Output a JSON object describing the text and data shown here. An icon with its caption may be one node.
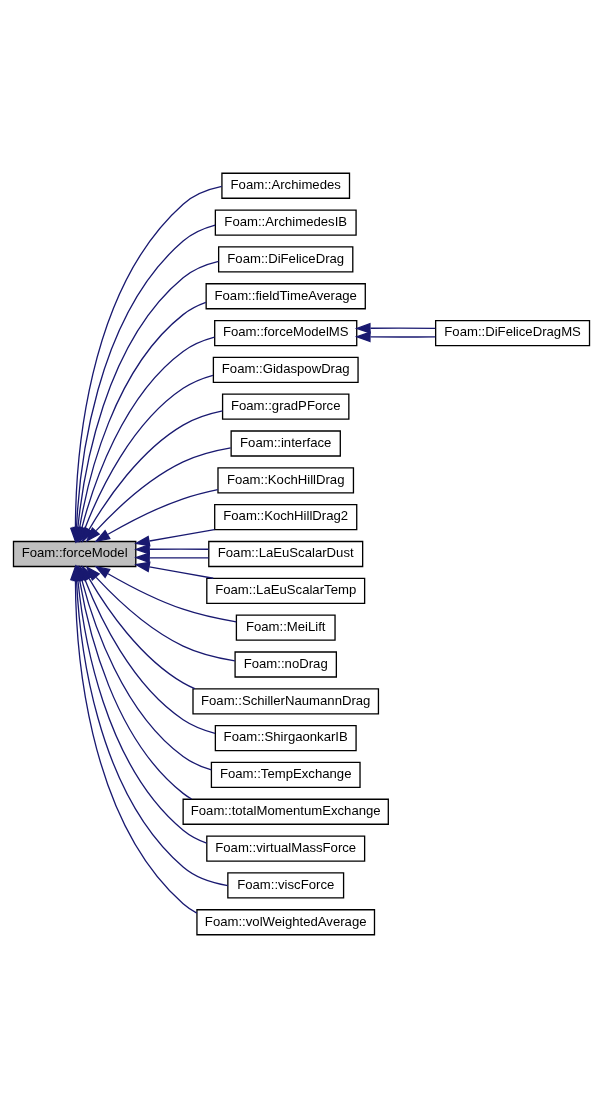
{
  "diagram": {
    "nodes": [
      {
        "text": [
          "Foam::forceModel"
        ]
      },
      {
        "text": [
          "Foam::Archimedes"
        ]
      },
      {
        "text": [
          "Foam::ArchimedesIB"
        ]
      },
      {
        "text": [
          "Foam::DiFeliceDrag"
        ]
      },
      {
        "text": [
          "Foam::fieldTimeAverage"
        ]
      },
      {
        "text": [
          "Foam::forceModelMS"
        ]
      },
      {
        "text": [
          "Foam::DiFeliceDragMS"
        ]
      },
      {
        "text": [
          "Foam::GidaspowDrag"
        ]
      },
      {
        "text": [
          "Foam::gradPForce"
        ]
      },
      {
        "text": [
          "Foam::interface"
        ]
      },
      {
        "text": [
          "Foam::KochHillDrag"
        ]
      },
      {
        "text": [
          "Foam::KochHillDrag2"
        ]
      },
      {
        "text": [
          "Foam::LaEuScalarDust"
        ]
      },
      {
        "text": [
          "Foam::LaEuScalarTemp"
        ]
      },
      {
        "text": [
          "Foam::MeiLift"
        ]
      },
      {
        "text": [
          "Foam::noDrag"
        ]
      },
      {
        "text": [
          "Foam::SchillerNaumannDrag"
        ]
      },
      {
        "text": [
          "Foam::ShirgaonkarIB"
        ]
      },
      {
        "text": [
          "Foam::TempExchange"
        ]
      },
      {
        "text": [
          "Foam::totalMomentumExchange"
        ]
      },
      {
        "text": [
          "Foam::virtualMassForce"
        ]
      },
      {
        "text": [
          "Foam::viscForce"
        ]
      },
      {
        "text": [
          "Foam::volWeightedAverage"
        ]
      }
    ],
    "edges": [
      {
        "from": 1,
        "to": 0,
        "arrow": "to"
      },
      {
        "from": 2,
        "to": 0,
        "arrow": "to"
      },
      {
        "from": 3,
        "to": 0,
        "arrow": "to"
      },
      {
        "from": 4,
        "to": 0,
        "arrow": "to"
      },
      {
        "from": 5,
        "to": 0,
        "arrow": "to"
      },
      {
        "from": 6,
        "to": 5,
        "arrow": "to"
      },
      {
        "from": 6,
        "to": 5,
        "arrow": "to"
      },
      {
        "from": 7,
        "to": 0,
        "arrow": "to"
      },
      {
        "from": 8,
        "to": 0,
        "arrow": "to"
      },
      {
        "from": 9,
        "to": 0,
        "arrow": "to"
      },
      {
        "from": 10,
        "to": 0,
        "arrow": "to"
      },
      {
        "from": 11,
        "to": 0,
        "arrow": "to"
      },
      {
        "from": 12,
        "to": 0,
        "arrow": "to"
      },
      {
        "from": 12,
        "to": 0,
        "arrow": "to"
      },
      {
        "from": 13,
        "to": 0,
        "arrow": "to"
      },
      {
        "from": 14,
        "to": 0,
        "arrow": "to"
      },
      {
        "from": 15,
        "to": 0,
        "arrow": "to"
      },
      {
        "from": 16,
        "to": 0,
        "arrow": "to"
      },
      {
        "from": 17,
        "to": 0,
        "arrow": "to"
      },
      {
        "from": 18,
        "to": 0,
        "arrow": "to"
      },
      {
        "from": 19,
        "to": 0,
        "arrow": "to"
      },
      {
        "from": 20,
        "to": 0,
        "arrow": "to"
      },
      {
        "from": 21,
        "to": 0,
        "arrow": "to"
      },
      {
        "from": 22,
        "to": 0,
        "arrow": "to"
      }
    ]
  }
}
